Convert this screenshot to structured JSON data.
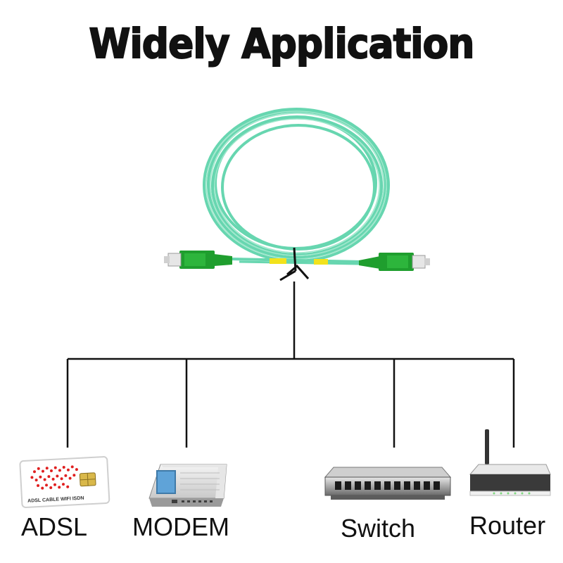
{
  "title": "Widely Application",
  "product": {
    "icon": "fiber-optic-patch-cord-icon",
    "cable_color": "#67d6b0",
    "connector_color": "#1f9e2e"
  },
  "applications": [
    {
      "label": "ADSL",
      "icon": "adsl-card-icon"
    },
    {
      "label": "MODEM",
      "icon": "modem-icon"
    },
    {
      "label": "Switch",
      "icon": "network-switch-icon"
    },
    {
      "label": "Router",
      "icon": "router-icon"
    }
  ],
  "card_text": "ADSL CABLE WIFI ISDN"
}
